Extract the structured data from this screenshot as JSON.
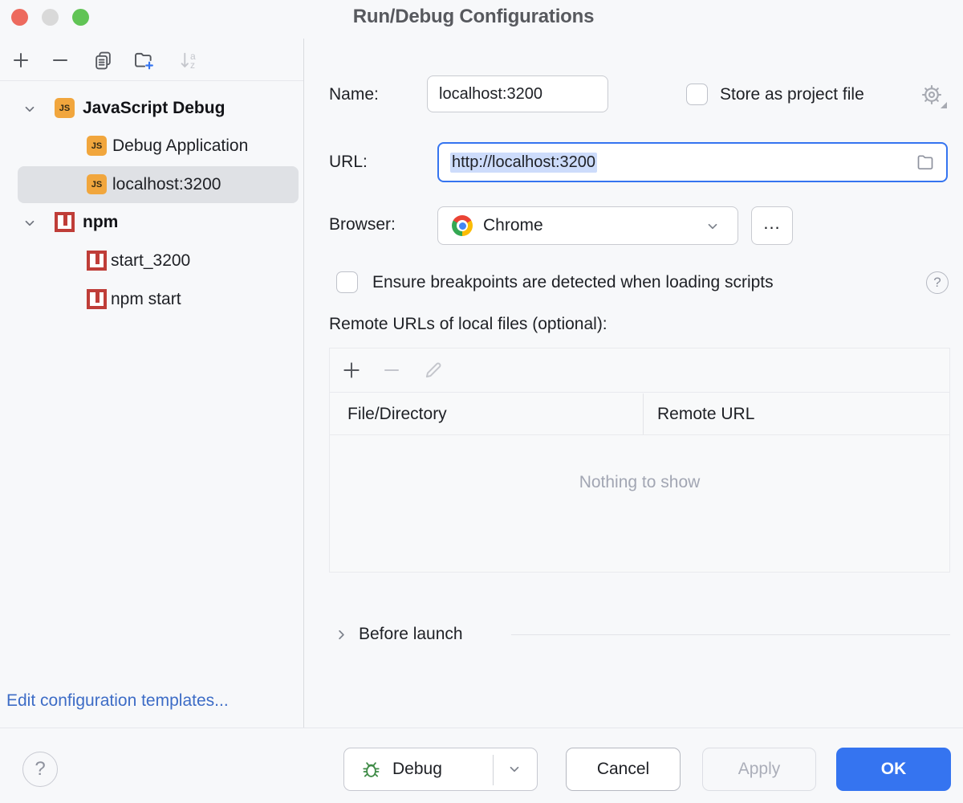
{
  "window": {
    "title": "Run/Debug Configurations"
  },
  "sidebar": {
    "tree": [
      {
        "label": "JavaScript Debug",
        "type": "js",
        "bold": true,
        "expanded": true
      },
      {
        "label": "Debug Application",
        "type": "js"
      },
      {
        "label": "localhost:3200",
        "type": "js",
        "selected": true
      },
      {
        "label": "npm",
        "type": "npm",
        "bold": true,
        "expanded": true
      },
      {
        "label": "start_3200",
        "type": "npm"
      },
      {
        "label": "npm start",
        "type": "npm"
      }
    ],
    "edit_templates_link": "Edit configuration templates..."
  },
  "form": {
    "name_label": "Name:",
    "name_value": "localhost:3200",
    "store_label": "Store as project file",
    "store_checked": false,
    "url_label": "URL:",
    "url_value": "http://localhost:3200",
    "browser_label": "Browser:",
    "browser_value": "Chrome",
    "more_button": "...",
    "breakpoints_label": "Ensure breakpoints are detected when loading scripts",
    "breakpoints_checked": false,
    "remote_urls_label": "Remote URLs of local files (optional):",
    "table": {
      "columns": [
        "File/Directory",
        "Remote URL"
      ],
      "rows": [],
      "empty_text": "Nothing to show"
    },
    "before_launch_label": "Before launch"
  },
  "footer": {
    "debug": "Debug",
    "cancel": "Cancel",
    "apply": "Apply",
    "ok": "OK"
  },
  "icons": {
    "help_glyph": "?",
    "js_glyph": "JS",
    "sort_a": "a",
    "sort_z": "z"
  },
  "colors": {
    "accent": "#3574F0",
    "link": "#3D6CC6",
    "selection_highlight": "#CDDCFB",
    "js_icon": "#F1A63D",
    "npm_icon": "#BF3D38",
    "bug_green": "#3F8B47",
    "tree_selected": "#DFE1E5",
    "traffic_close": "#ED6A5E",
    "traffic_minimize": "#D9D9D9",
    "traffic_zoom": "#61C455"
  }
}
